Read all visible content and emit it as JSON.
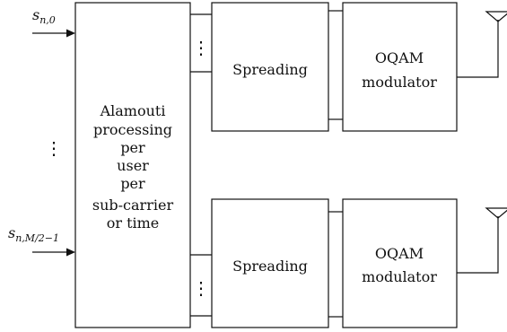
{
  "inputs": [
    {
      "symbol": "s",
      "subscript": "n,0"
    },
    {
      "symbol": "s",
      "subscript": "n,M/2−1"
    }
  ],
  "input_ellipsis": "⋮",
  "alamouti_block": {
    "lines": [
      "Alamouti",
      "processing",
      "per",
      "user",
      "per",
      "sub-carrier",
      "or time"
    ]
  },
  "upper_branch": {
    "connector_ellipsis": "⋮",
    "spreading_label": "Spreading",
    "modulator_lines": [
      "OQAM",
      "modulator"
    ],
    "antenna_icon": "antenna-icon"
  },
  "lower_branch": {
    "connector_ellipsis": "⋮",
    "spreading_label": "Spreading",
    "modulator_lines": [
      "OQAM",
      "modulator"
    ],
    "antenna_icon": "antenna-icon"
  }
}
